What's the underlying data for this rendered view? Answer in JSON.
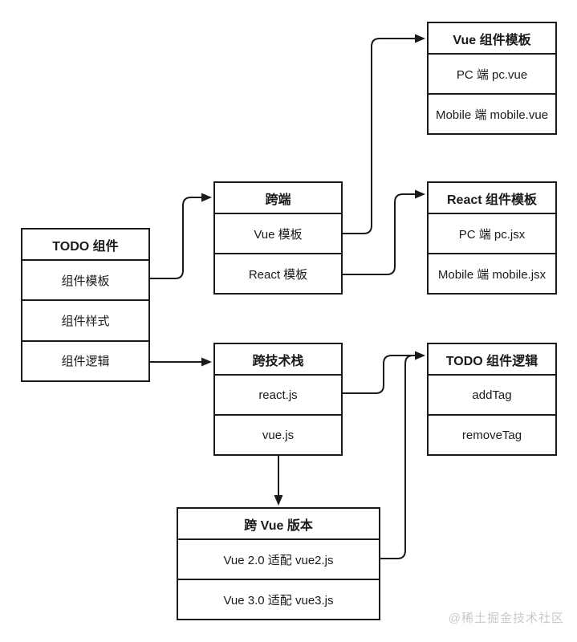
{
  "diagram": {
    "colors": {
      "background": "#ffffff",
      "line": "#1a1a1a",
      "watermark": "#c9c9c9"
    },
    "nodes": {
      "todo": {
        "title": "TODO 组件",
        "rows": [
          "组件模板",
          "组件样式",
          "组件逻辑"
        ]
      },
      "cross_end": {
        "title": "跨端",
        "rows": [
          "Vue 模板",
          "React 模板"
        ]
      },
      "vue_tpl": {
        "title": "Vue 组件模板",
        "rows": [
          "PC 端 pc.vue",
          "Mobile 端 mobile.vue"
        ]
      },
      "react_tpl": {
        "title": "React 组件模板",
        "rows": [
          "PC 端 pc.jsx",
          "Mobile 端 mobile.jsx"
        ]
      },
      "cross_stack": {
        "title": "跨技术栈",
        "rows": [
          "react.js",
          "vue.js"
        ]
      },
      "todo_logic": {
        "title": "TODO 组件逻辑",
        "rows": [
          "addTag",
          "removeTag"
        ]
      },
      "cross_vue": {
        "title": "跨 Vue 版本",
        "rows": [
          "Vue 2.0 适配 vue2.js",
          "Vue 3.0 适配 vue3.js"
        ]
      }
    },
    "edges": [
      {
        "from": "todo.组件模板",
        "to": "cross_end"
      },
      {
        "from": "todo.组件逻辑",
        "to": "cross_stack"
      },
      {
        "from": "cross_end.Vue 模板",
        "to": "vue_tpl"
      },
      {
        "from": "cross_end.React 模板",
        "to": "react_tpl"
      },
      {
        "from": "cross_stack.react.js",
        "to": "todo_logic"
      },
      {
        "from": "cross_stack",
        "to": "cross_vue"
      },
      {
        "from": "cross_vue.Vue 2.0 适配 vue2.js",
        "to": "todo_logic"
      }
    ],
    "watermark": "@稀土掘金技术社区"
  }
}
